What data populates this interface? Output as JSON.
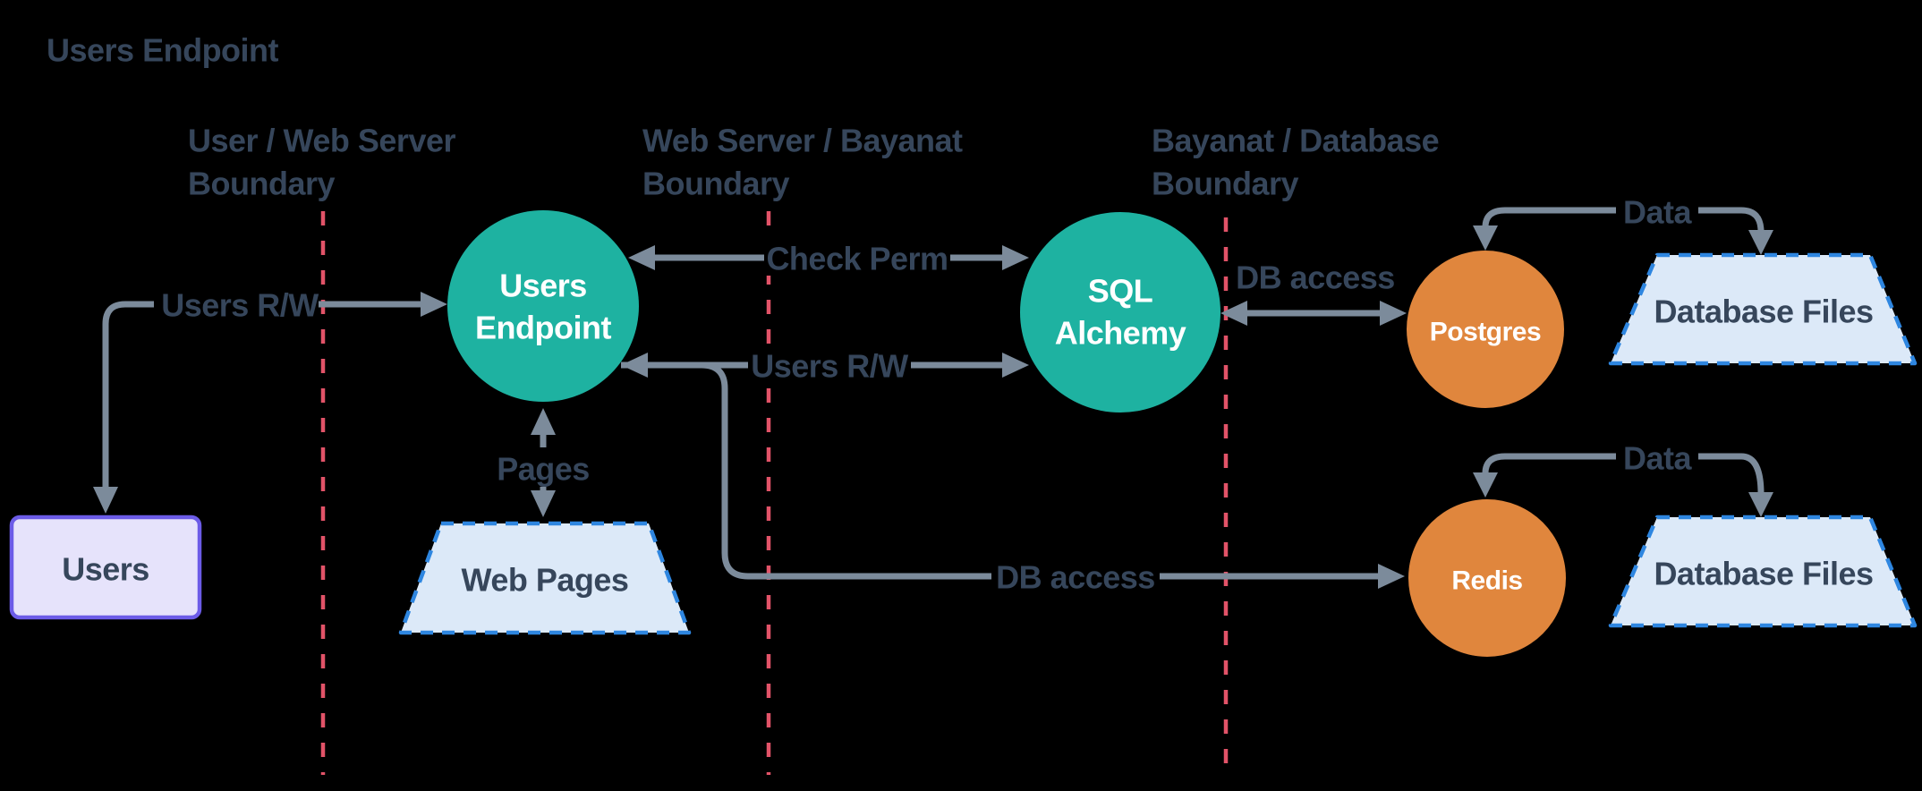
{
  "title": "Users Endpoint",
  "colors": {
    "background": "#000000",
    "process_fill": "#1EB2A1",
    "db_fill": "#E0863D",
    "datastore_fill": "#DCE9F8",
    "datastore_border": "#2E86E0",
    "actor_fill": "#E6E3FB",
    "actor_border": "#6C5CE7",
    "boundary_color": "#E25368",
    "edge_color": "#7C8B9B",
    "label_color": "#36465B"
  },
  "boundaries": [
    {
      "line1": "User / Web Server",
      "line2": "Boundary"
    },
    {
      "line1": "Web Server / Bayanat",
      "line2": "Boundary"
    },
    {
      "line1": "Bayanat / Database",
      "line2": "Boundary"
    }
  ],
  "nodes": {
    "users": {
      "label": "Users"
    },
    "users_endpoint": {
      "line1": "Users",
      "line2": "Endpoint"
    },
    "web_pages": {
      "label": "Web Pages"
    },
    "sql_alchemy": {
      "line1": "SQL",
      "line2": "Alchemy"
    },
    "postgres": {
      "label": "Postgres"
    },
    "redis": {
      "label": "Redis"
    },
    "database_files_top": {
      "label": "Database Files"
    },
    "database_files_bottom": {
      "label": "Database Files"
    }
  },
  "edges": {
    "users_rw_user": {
      "label": "Users R/W"
    },
    "check_perm": {
      "label": "Check Perm"
    },
    "users_rw_db": {
      "label": "Users R/W"
    },
    "pages": {
      "label": "Pages"
    },
    "db_access_postgres": {
      "label": "DB access"
    },
    "db_access_redis": {
      "label": "DB access"
    },
    "data_postgres": {
      "label": "Data"
    },
    "data_redis": {
      "label": "Data"
    }
  }
}
